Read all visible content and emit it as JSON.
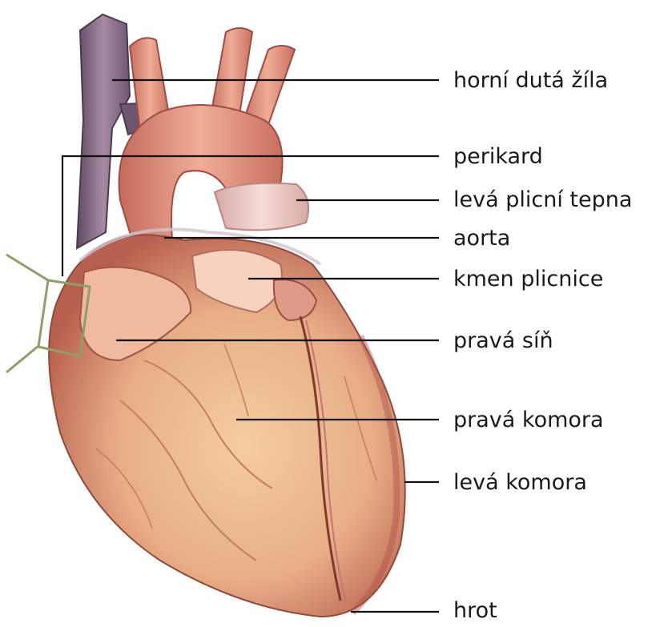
{
  "labels": {
    "horni_duta_zila": "horní dutá žíla",
    "perikard": "perikard",
    "leva_plicni_tepna": "levá plicní tepna",
    "aorta": "aorta",
    "kmen_plicnice": "kmen plicnice",
    "prava_sin": "pravá síň",
    "prava_komora": "pravá komora",
    "leva_komora": "levá komora",
    "hrot": "hrot"
  },
  "colors": {
    "myocardium": "#e5a07f",
    "myocardium_light": "#f2c79b",
    "vessel": "#e69a84",
    "vessel_light": "#f6c7b6",
    "vena_cava": "#8a6d86",
    "pericardium_frame": "#8da068",
    "leader_line": "#111111"
  }
}
